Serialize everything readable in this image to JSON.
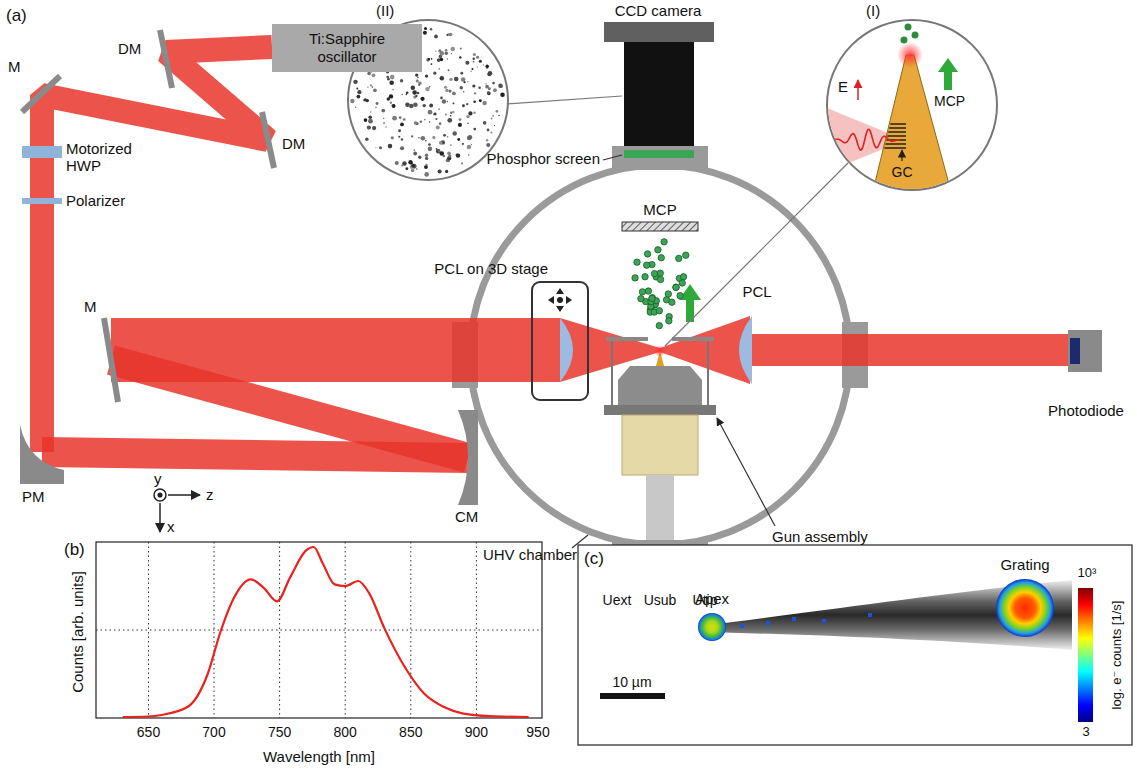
{
  "diagram": {
    "nodes": [
      {
        "text": [
          "Ti:Sapphire oscillator"
        ]
      }
    ],
    "labels": [
      "(a)",
      "DM",
      "DM",
      "M",
      "Motorized HWP",
      "Polarizer",
      "M",
      "PM",
      "CM",
      "y",
      "z",
      "x",
      "PCL on 3D stage",
      "CCD camera",
      "(II)",
      "Phosphor screen",
      "MCP",
      "(I)",
      "E",
      "GC",
      "MCP",
      "PCL",
      "Photodiode",
      "UHV chamber",
      "Gun assembly",
      "Uext",
      "Usub",
      "Utip",
      "(b)",
      "Counts [arb. units]",
      "650",
      "700",
      "750",
      "800",
      "850",
      "900",
      "950",
      "Wavelength [nm]",
      "(c)",
      "Apex",
      "Grating",
      "10 µm",
      "10³",
      "3",
      "log. e⁻ counts [1/s]"
    ]
  }
}
